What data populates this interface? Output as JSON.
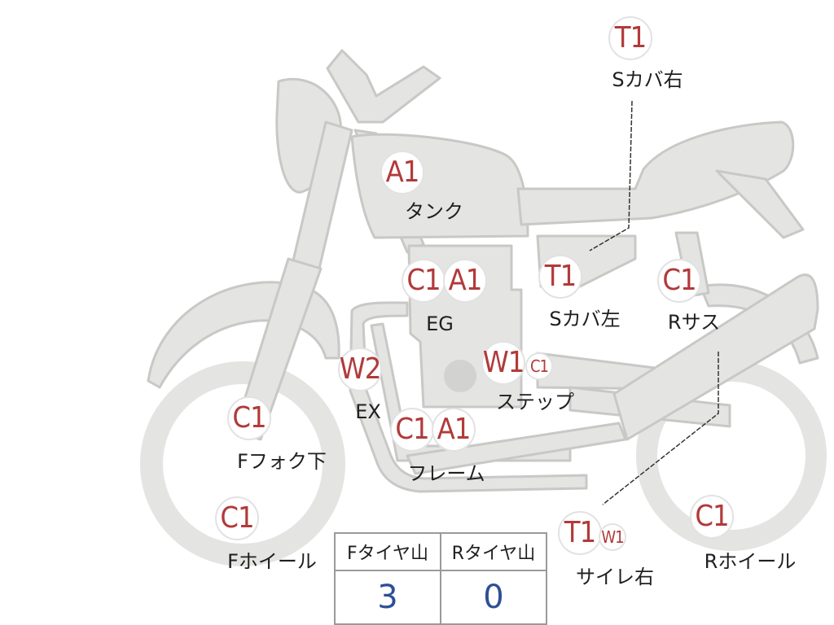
{
  "badges": {
    "t1_scover_right": "T1",
    "a1_tank": "A1",
    "c1_eg": "C1",
    "a1_eg": "A1",
    "t1_scover_left": "T1",
    "c1_rsus": "C1",
    "w2_ex": "W2",
    "w1_step": "W1",
    "c1_step": "C1",
    "c1_ffork": "C1",
    "c1_frame": "C1",
    "a1_frame": "A1",
    "c1_fwheel": "C1",
    "t1_muffler": "T1",
    "w1_muffler": "W1",
    "c1_rwheel": "C1"
  },
  "labels": {
    "scover_right": "Sカバ右",
    "tank": "タンク",
    "eg": "EG",
    "scover_left": "Sカバ左",
    "rsus": "Rサス",
    "ex": "EX",
    "step": "ステップ",
    "ffork": "Fフォク下",
    "frame": "フレーム",
    "fwheel": "Fホイール",
    "muffler": "サイレ右",
    "rwheel": "Rホイール"
  },
  "tread_table": {
    "headers": [
      "Fタイヤ山",
      "Rタイヤ山"
    ],
    "values": [
      "3",
      "0"
    ]
  },
  "colors": {
    "part_fill": "#e4e4e2",
    "part_stroke": "#c8c8c6",
    "badge_text": "#b23a3a",
    "value_text": "#2d4f97"
  }
}
